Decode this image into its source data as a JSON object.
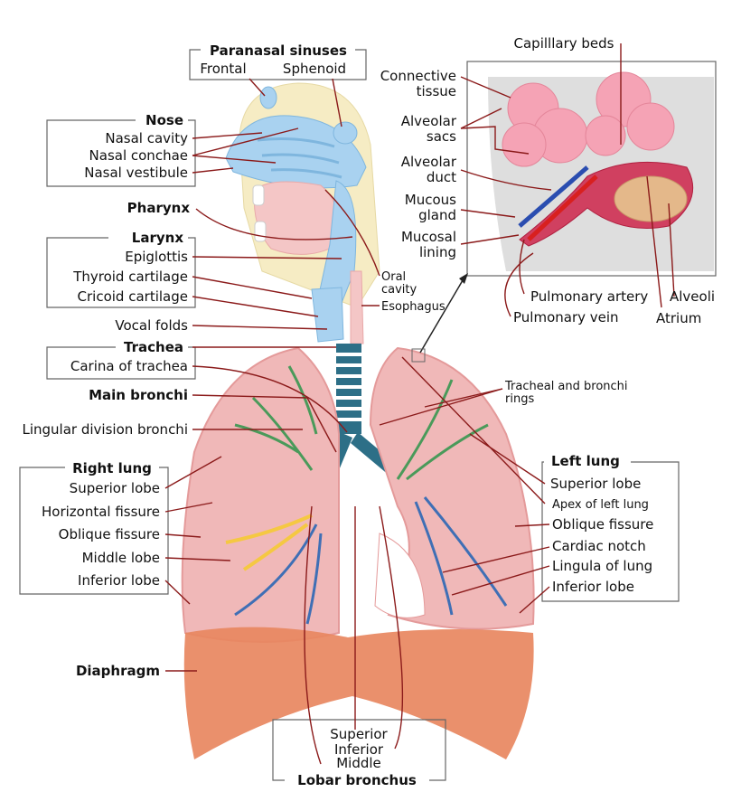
{
  "labels": {
    "paranasal_sinuses": "Paranasal sinuses",
    "frontal": "Frontal",
    "sphenoid": "Sphenoid",
    "nose": "Nose",
    "nasal_cavity": "Nasal cavity",
    "nasal_conchae": "Nasal conchae",
    "nasal_vestibule": "Nasal vestibule",
    "pharynx": "Pharynx",
    "larynx": "Larynx",
    "epiglottis": "Epiglottis",
    "thyroid_cartilage": "Thyroid cartilage",
    "cricoid_cartilage": "Cricoid cartilage",
    "vocal_folds": "Vocal folds",
    "trachea": "Trachea",
    "carina_of_trachea": "Carina of trachea",
    "main_bronchi": "Main bronchi",
    "lingular_division_bronchi": "Lingular division bronchi",
    "right_lung": "Right lung",
    "r_superior_lobe": "Superior lobe",
    "horizontal_fissure": "Horizontal fissure",
    "r_oblique_fissure": "Oblique fissure",
    "middle_lobe": "Middle lobe",
    "r_inferior_lobe": "Inferior lobe",
    "diaphragm": "Diaphragm",
    "oral_cavity_1": "Oral",
    "oral_cavity_2": "cavity",
    "esophagus": "Esophagus",
    "tracheal_rings_1": "Tracheal and bronchi",
    "tracheal_rings_2": "rings",
    "left_lung": "Left lung",
    "l_superior_lobe": "Superior lobe",
    "apex_left_lung": "Apex of left lung",
    "l_oblique_fissure": "Oblique fissure",
    "cardiac_notch": "Cardiac notch",
    "lingula_of_lung": "Lingula of lung",
    "l_inferior_lobe": "Inferior lobe",
    "capillary_beds": "Capilllary beds",
    "connective_tissue_1": "Connective",
    "connective_tissue_2": "tissue",
    "alveolar_sacs_1": "Alveolar",
    "alveolar_sacs_2": "sacs",
    "alveolar_duct_1": "Alveolar",
    "alveolar_duct_2": "duct",
    "mucous_gland_1": "Mucous",
    "mucous_gland_2": "gland",
    "mucosal_lining_1": "Mucosal",
    "mucosal_lining_2": "lining",
    "pulmonary_artery": "Pulmonary artery",
    "pulmonary_vein": "Pulmonary vein",
    "alveoli": "Alveoli",
    "atrium": "Atrium",
    "lobar_superior": "Superior",
    "lobar_inferior": "Inferior",
    "lobar_middle": "Middle",
    "lobar_bronchus": "Lobar bronchus"
  },
  "colors": {
    "lung_pink": "#f0b8b8",
    "lung_edge": "#e49a9a",
    "diaphragm": "#e8875f",
    "airway_blue": "#a9d2f0",
    "trachea_teal": "#2d6f87",
    "superior_green": "#1f8a1f",
    "inferior_blue": "#1a1ad6",
    "middle_gold": "#c2a012",
    "leader_red": "#8b1a1a"
  }
}
